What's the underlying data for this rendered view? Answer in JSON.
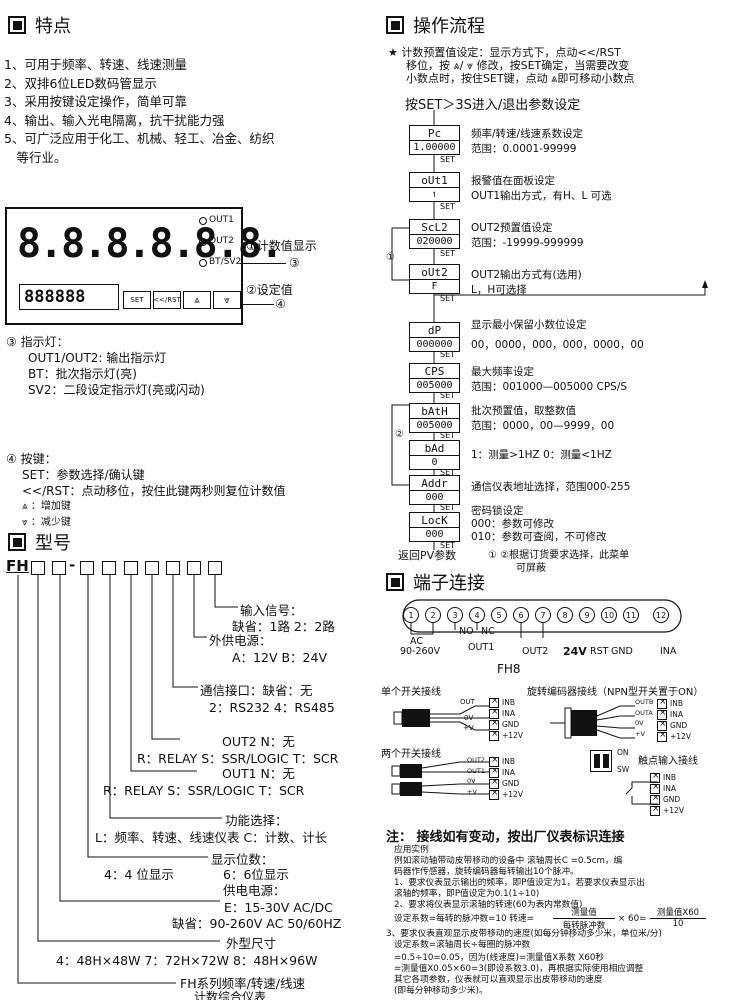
{
  "features": {
    "title": "特点",
    "items": [
      "1、可用于频率、转速、线速测量",
      "2、双排6位LED数码管显示",
      "3、采用按键设定操作，简单可靠",
      "4、输出、输入光电隔离，抗干扰能力强",
      "5、可广泛应用于化工、机械、轻工、冶金、纺织",
      "　等行业。"
    ]
  },
  "panel": {
    "upper_display": "8.8.8.8.8.8.",
    "lower_display": "888888",
    "buttons": [
      "SET",
      "<</RST",
      "⩓",
      "⩔"
    ],
    "leds": [
      "OUT1",
      "OUT2",
      "BT/SV2"
    ],
    "callout_count": "①计数值显示",
    "callout_3": "③",
    "callout_set": "②设定值",
    "callout_4": "④"
  },
  "indicators": {
    "title": "③ 指示灯：",
    "lines": [
      "OUT1/OUT2: 输出指示灯",
      "BT：批次指示灯(亮)",
      "SV2：二段设定指示灯(亮或闪动)"
    ]
  },
  "keys": {
    "title": "④ 按键：",
    "lines": [
      "SET：参数选择/确认键",
      "<</RST：点动移位，按住此键两秒则复位计数值",
      "⩓ ：增加键",
      "⩔ ：减少键"
    ]
  },
  "model": {
    "title": "型号",
    "prefix": "FH",
    "dash": "-",
    "lines": [
      "输入信号：",
      "缺省：1路  2：2路",
      "外供电源：",
      "A：12V  B：24V",
      "通信接口：缺省：无",
      "2：RS232  4：RS485",
      "OUT2  N：无",
      "R：RELAY  S：SSR/LOGIC  T：SCR",
      "OUT1  N：无",
      "R：RELAY  S：SSR/LOGIC  T：SCR",
      "功能选择：",
      "L：频率、转速、线速仪表 C：计数、计长",
      "显示位数：",
      "4：4 位显示",
      "6：6位显示",
      "供电电源：",
      "E：15-30V AC/DC",
      "缺省：90-260V AC 50/60HZ",
      "外型尺寸",
      "4：48H×48W  7：72H×72W  8：48H×96W",
      "FH系列频率/转速/线速",
      "计数综合仪表"
    ]
  },
  "flow": {
    "title": "操作流程",
    "intro": [
      "★ 计数预置值设定：显示方式下，点动<</RST",
      "移位，按 ⩓/ ⩔ 修改，按SET确定，当需要改变",
      "小数点时，按住SET键，点动 ⩓即可移动小数点"
    ],
    "entry": "按SET＞3S进入/退出参数设定",
    "set_label": "SET",
    "mark_1": "①",
    "mark_2": "②",
    "steps": [
      {
        "code": "Pc",
        "value": "1.00000",
        "desc": [
          "频率/转速/线速系数设定",
          "范围：0.0001-99999"
        ]
      },
      {
        "code": "oUt1",
        "value": "↿",
        "desc": [
          "报警值在面板设定",
          "OUT1输出方式，有H、L  可选"
        ]
      },
      {
        "code": "ScL2",
        "value": "020000",
        "desc": [
          "OUT2预置值设定",
          "范围：-19999-999999"
        ]
      },
      {
        "code": "oUt2",
        "value": "F",
        "desc": [
          "OUT2输出方式有(选用)",
          "L，H可选择"
        ]
      },
      {
        "code": "dP",
        "value": "000000",
        "desc": [
          "显示最小保留小数位设定",
          "00，0000，000，000，0000，00"
        ]
      },
      {
        "code": "CPS",
        "value": "005000",
        "desc": [
          "最大频率设定",
          "范围：001000—005000 CPS/S"
        ]
      },
      {
        "code": "bAtH",
        "value": "005000",
        "desc": [
          "批次预置值，取整数值",
          "范围：0000，00—9999，00"
        ]
      },
      {
        "code": "bAd",
        "value": "0",
        "desc": [
          "1：测量>1HZ  0：测量<1HZ"
        ]
      },
      {
        "code": "Addr",
        "value": "000",
        "desc": [
          "通信仪表地址选择，范围000-255"
        ]
      },
      {
        "code": "LocK",
        "value": "000",
        "desc": [
          "密码锁设定",
          "000：参数可修改",
          "010：参数可查阅，不可修改"
        ]
      }
    ],
    "footer_left": "返回PV参数",
    "footer_note": [
      "① ②根据订货要求选择，此菜单",
      "可屏蔽"
    ]
  },
  "terminal": {
    "title": "端子连接",
    "pins": [
      "1",
      "2",
      "3",
      "4",
      "5",
      "6",
      "7",
      "8",
      "9",
      "10",
      "11",
      "12"
    ],
    "labels": {
      "ac": "AC",
      "ac_range": "90-260V",
      "no": "NO",
      "nc": "NC",
      "out1": "OUT1",
      "out2": "OUT2",
      "v24": "24V",
      "rst": "RST",
      "gnd": "GND",
      "ina": "INA"
    },
    "model_label": "FH8"
  },
  "wiring": {
    "single_switch": "单个开关接线",
    "encoder": "旋转编码器接线（NPN型开关置于ON）",
    "two_switch": "两个开关接线",
    "contact": "触点输入接线",
    "sw_on": "ON",
    "sw_off": "SW",
    "left_sig": [
      "OUT",
      "0V",
      "+V"
    ],
    "rows": [
      "INB",
      "INA",
      "GND",
      "+12V"
    ],
    "enc_sig": [
      "OUTB",
      "OUTA",
      "0V",
      "+V"
    ],
    "two_sig": [
      "OUT2",
      "OUT1",
      "0V",
      "+V"
    ]
  },
  "notes": {
    "heading": "注： 接线如有变动，按出厂仪表标识连接",
    "lines": [
      "应用实例",
      "例如滚动轴带动皮带移动的设备中   滚轴周长C =0.5cm，编",
      "码器作传感器，旋转编码器每转输出10个脉冲。",
      "1、要求仪表显示输出的频率，即P值设定为1，若要求仪表显示出",
      "滚轴的频率，即P值设定为0.1(1÷10)",
      "2、要求将仪表显示滚轴的转速(60为表内常数值)",
      "设定系数=每转的脉冲数=10  转速=",
      "3、要求仪表直观显示皮带移动的速度(如每分钟移动多少米，单位米/分)",
      "设定系数=滚轴周长÷每圈的脉冲数",
      "=0.5÷10=0.05，因为(线速度)=测量值X系数 X60秒",
      "=测量值X0.05×60=3(即设系数3.0)，再根据实际使用相应调整",
      "其它各项参数，仪表就可以直观显示出皮带移动的速度",
      "(即每分钟移动多少米)。"
    ],
    "frac1_num": "测量值",
    "frac1_den": "每转脉冲数",
    "frac1_mult": "× 60=",
    "frac2_num": "测量值X60",
    "frac2_den": "10"
  }
}
